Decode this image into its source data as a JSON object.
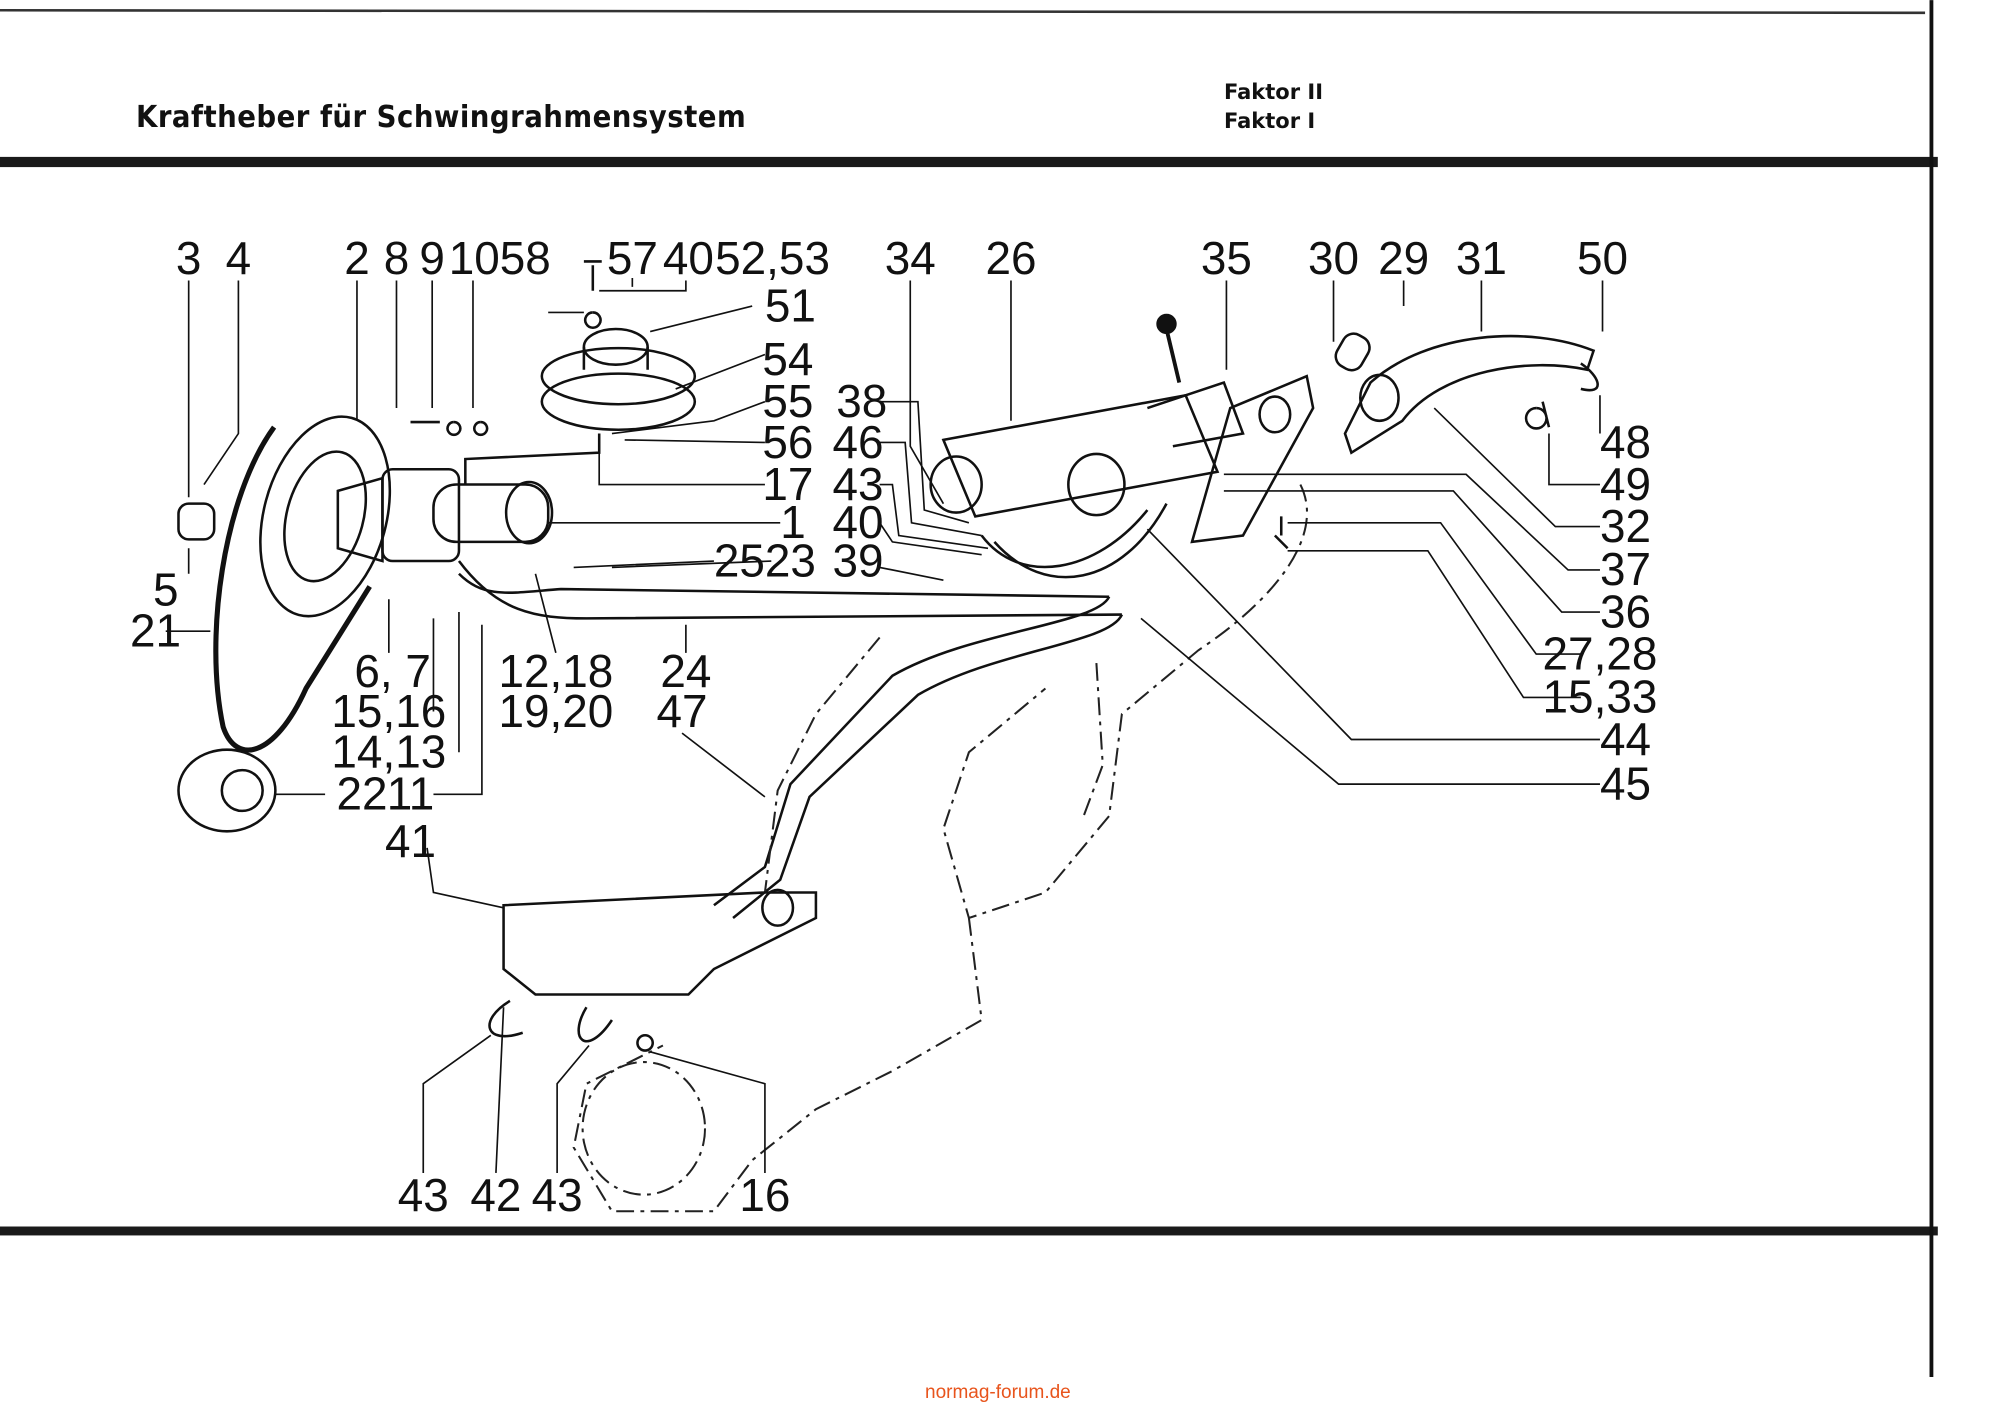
{
  "header": {
    "title": "Kraftheber für Schwingrahmensystem",
    "models": [
      "Faktor II",
      "Faktor I"
    ]
  },
  "watermark": "normag-forum.de",
  "part_labels": {
    "top": [
      "3",
      "4",
      "2",
      "8",
      "9",
      "10",
      "58",
      "57",
      "40",
      "52,53",
      "34",
      "26",
      "35",
      "30",
      "29",
      "31",
      "50"
    ],
    "center_column": [
      "51",
      "54",
      "55",
      "56",
      "17",
      "1",
      "25",
      "23"
    ],
    "cylinder_column": [
      "38",
      "46",
      "43",
      "40",
      "39"
    ],
    "right_column": [
      "48",
      "49",
      "32",
      "37",
      "36",
      "27,28",
      "15,33",
      "44",
      "45"
    ],
    "left": [
      "5",
      "21",
      "6, 7",
      "15,16",
      "14,13",
      "22",
      "11",
      "12,18",
      "19,20",
      "24",
      "47",
      "41"
    ],
    "bottom": [
      "43",
      "42",
      "43",
      "16"
    ]
  }
}
